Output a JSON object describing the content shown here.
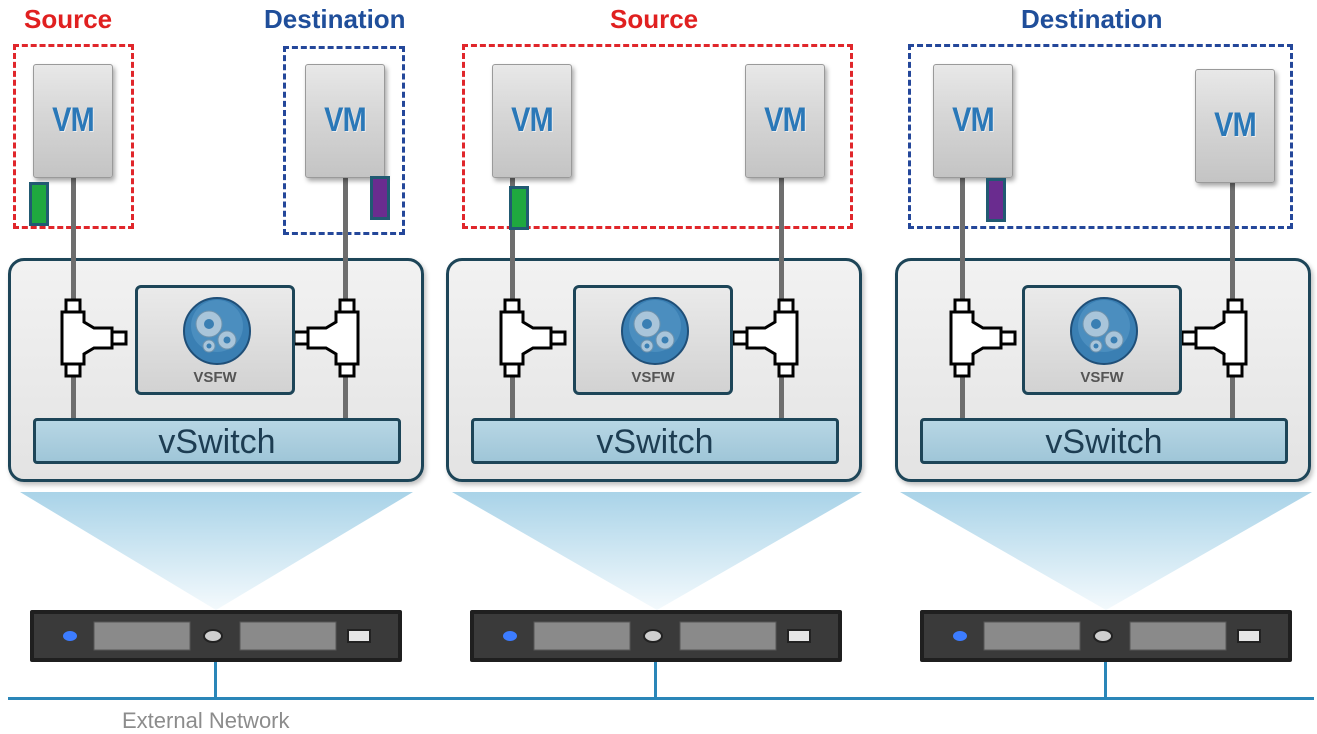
{
  "panels": [
    {
      "labels": [
        {
          "role": "source",
          "text": "Source"
        },
        {
          "role": "destination",
          "text": "Destination"
        }
      ],
      "vms": [
        "VM",
        "VM"
      ],
      "firewall_label": "VSFW",
      "switch_label": "vSwitch"
    },
    {
      "labels": [
        {
          "role": "source",
          "text": "Source"
        }
      ],
      "vms": [
        "VM",
        "VM"
      ],
      "firewall_label": "VSFW",
      "switch_label": "vSwitch"
    },
    {
      "labels": [
        {
          "role": "destination",
          "text": "Destination"
        }
      ],
      "vms": [
        "VM",
        "VM"
      ],
      "firewall_label": "VSFW",
      "switch_label": "vSwitch"
    }
  ],
  "network_label": "External Network",
  "colors": {
    "source": "#e0262b",
    "destination": "#24479a",
    "source_tag": "#1fa83f",
    "destination_tag": "#6a2c8f",
    "network": "#2a86b8"
  }
}
